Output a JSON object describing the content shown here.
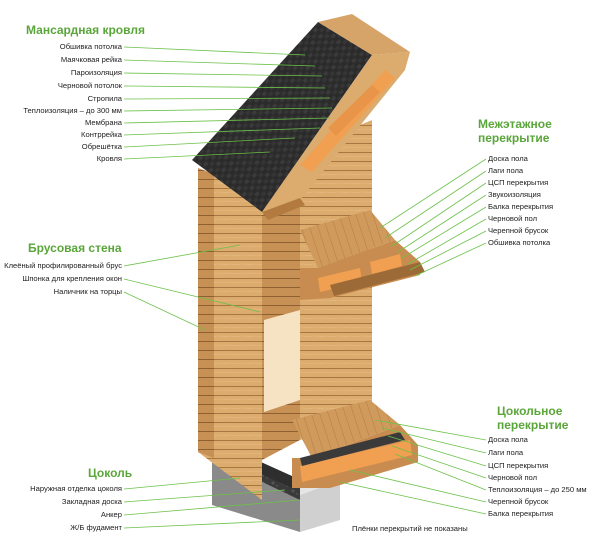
{
  "sections": {
    "roof": "Мансардная кровля",
    "wall": "Брусовая стена",
    "interfloor": "Межэтажное перекрытие",
    "basement_floor": "Цокольное перекрытие",
    "plinth": "Цоколь"
  },
  "roof_labels": [
    "Обшивка потолка",
    "Маячковая рейка",
    "Пароизоляция",
    "Черновой потолок",
    "Стропила",
    "Теплоизоляция – до 300 мм",
    "Мембрана",
    "Контррейка",
    "Обрешётка",
    "Кровля"
  ],
  "wall_labels": [
    "Клеёный профилированный брус",
    "Шпонка для крепления окон",
    "Наличник на торцы"
  ],
  "plinth_labels": [
    "Наружная отделка цоколя",
    "Закладная доска",
    "Анкер",
    "Ж/Б фудамент"
  ],
  "interfloor_labels": [
    "Доска пола",
    "Лаги пола",
    "ЦСП перекрытия",
    "Звукоизоляция",
    "Балка перекрытия",
    "Черновой пол",
    "Черепной брусок",
    "Обшивка потолка"
  ],
  "basement_labels": [
    "Доска пола",
    "Лаги пола",
    "ЦСП перекрытия",
    "Черновой пол",
    "Теплоизоляция – до 250 мм",
    "Черепной брусок",
    "Балка перекрытия"
  ],
  "note": "Плёнки перекрытий не показаны",
  "colors": {
    "heading": "#5aa63a",
    "leader": "#6cc14a",
    "wood": "#d6a468",
    "wood_dark": "#b9834a",
    "shingle": "#2d2d2d",
    "insulation": "#f0a050",
    "concrete": "#cfcfcf"
  }
}
